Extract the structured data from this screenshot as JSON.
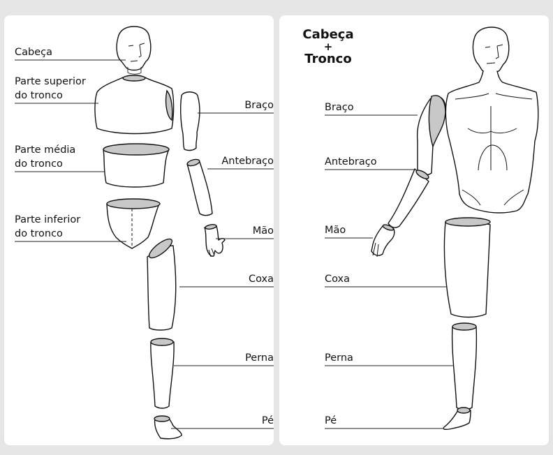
{
  "left_panel": {
    "labels": {
      "head": "Cabeça",
      "upper_torso_1": "Parte superior",
      "upper_torso_2": "do tronco",
      "mid_torso_1": "Parte média",
      "mid_torso_2": "do tronco",
      "lower_torso_1": "Parte inferior",
      "lower_torso_2": "do tronco",
      "arm": "Braço",
      "forearm": "Antebraço",
      "hand": "Mão",
      "thigh": "Coxa",
      "leg": "Perna",
      "foot": "Pé"
    }
  },
  "right_panel": {
    "title_line1": "Cabeça",
    "title_line2": "+",
    "title_line3": "Tronco",
    "labels": {
      "arm": "Braço",
      "forearm": "Antebraço",
      "hand": "Mão",
      "thigh": "Coxa",
      "leg": "Perna",
      "foot": "Pé"
    }
  },
  "colors": {
    "background": "#e6e6e6",
    "panel": "#ffffff",
    "joint_fill": "#c8c8c8",
    "stroke": "#111111"
  }
}
